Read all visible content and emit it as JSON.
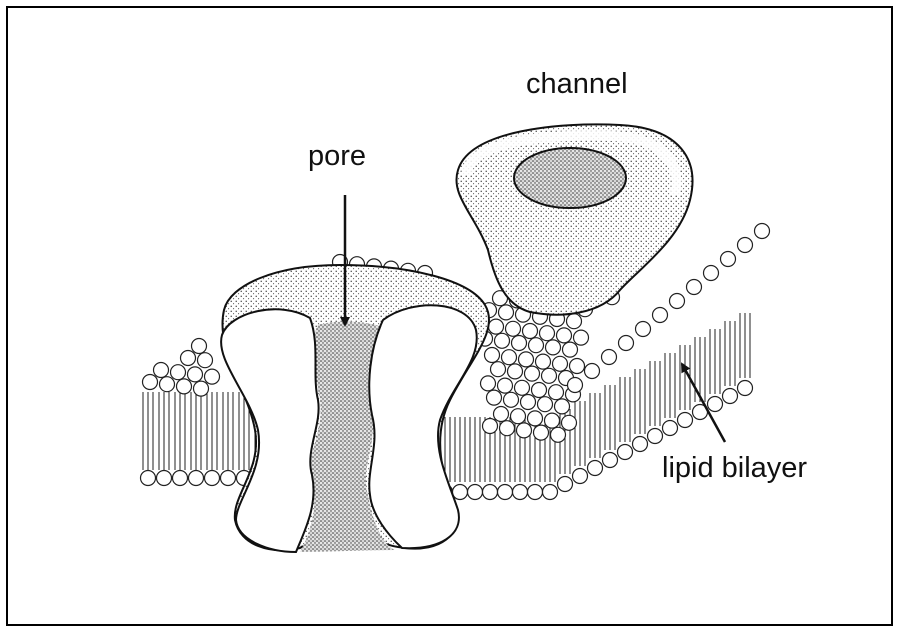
{
  "diagram": {
    "labels": {
      "channel": "channel",
      "pore": "pore",
      "lipid_bilayer": "lipid bilayer"
    }
  }
}
